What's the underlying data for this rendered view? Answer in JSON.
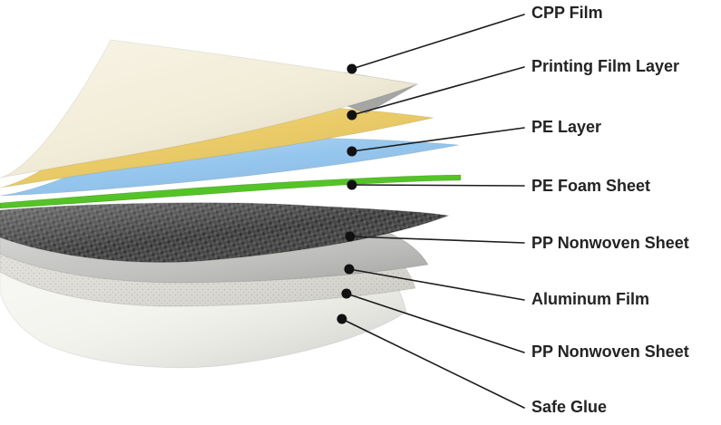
{
  "diagram": {
    "type": "layer-stack-callout",
    "background": "#ffffff",
    "annotation": {
      "line_color": "#1c1c1c",
      "dot_color": "#111111",
      "text_color": "#232323"
    },
    "layers": [
      {
        "label": "CPP Film",
        "color": "#f2ecd6",
        "underside_color": "#a5a5a3"
      },
      {
        "label": "Printing Film Layer",
        "color": "#e9c85e"
      },
      {
        "label": "PE Layer",
        "color": "#8ec2ec"
      },
      {
        "label": "PE Foam Sheet",
        "color": "#54c327"
      },
      {
        "label": "PP Nonwoven Sheet",
        "color": "#3b3b3b"
      },
      {
        "label": "Aluminum Film",
        "color": "#c3c3c1"
      },
      {
        "label": "PP Nonwoven Sheet",
        "color": "#dddcd6"
      },
      {
        "label": "Safe Glue",
        "color": "#f3f3ee"
      }
    ]
  }
}
